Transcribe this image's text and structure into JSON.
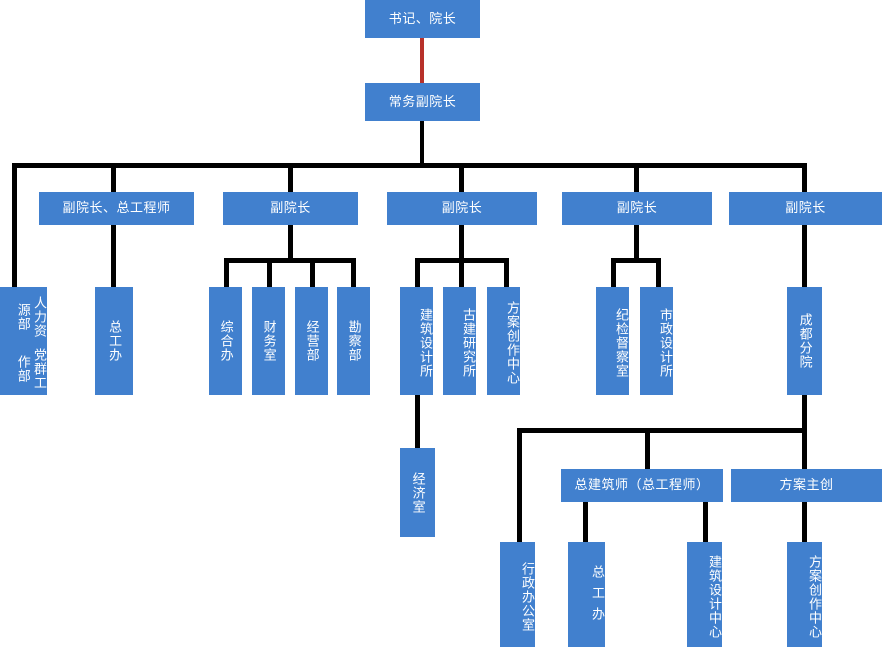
{
  "chart_data": {
    "type": "diagram",
    "title": "组织架构图",
    "diagram_kind": "org-chart",
    "colors": {
      "node_fill": "#4180ce",
      "node_text": "#ffffff",
      "connector": "#000000",
      "highlight_connector": "#b8312a",
      "background": "#ffffff"
    },
    "levels": [
      {
        "level": 0,
        "labels": [
          "书记、院长"
        ]
      },
      {
        "level": 1,
        "labels": [
          "常务副院长"
        ]
      },
      {
        "level": 2,
        "labels": [
          "副院长、总工程师",
          "副院长",
          "副院长",
          "副院长",
          "副院长"
        ]
      },
      {
        "level": 3,
        "labels": [
          "人力资源部 / 党群工作部",
          "总工办",
          "综合办",
          "财务室",
          "经营部",
          "勘察部",
          "建筑设计所",
          "古建研究所",
          "方案创作中心",
          "纪检督察室",
          "市政设计所",
          "成都分院"
        ]
      },
      {
        "level": 4,
        "labels": [
          "经济室",
          "总建筑师（总工程师）",
          "方案主创"
        ]
      },
      {
        "level": 5,
        "labels": [
          "行政办公室",
          "总工办",
          "建筑设计中心",
          "方案创作中心"
        ]
      }
    ]
  },
  "nodes": {
    "root": {
      "label": "书记、院长"
    },
    "executive_vp": {
      "label": "常务副院长"
    },
    "vp1": {
      "label": "副院长、总工程师"
    },
    "vp2": {
      "label": "副院长"
    },
    "vp3": {
      "label": "副院长"
    },
    "vp4": {
      "label": "副院长"
    },
    "vp5": {
      "label": "副院长"
    },
    "hr_dept": {
      "label_col1": "人力资源部",
      "label_col2": "党群工作部"
    },
    "chief_engineer_office": {
      "label": "总工办"
    },
    "general_office": {
      "label": "综合办"
    },
    "finance_office": {
      "label": "财务室"
    },
    "operations_dept": {
      "label": "经营部"
    },
    "survey_dept": {
      "label": "勘察部"
    },
    "architecture_institute": {
      "label": "建筑设计所"
    },
    "ancient_architecture_institute": {
      "label": "古建研究所"
    },
    "scheme_creation_center": {
      "label": "方案创作中心"
    },
    "discipline_inspection_office": {
      "label": "纪检督察室"
    },
    "municipal_design_institute": {
      "label": "市政设计所"
    },
    "chengdu_branch": {
      "label": "成都分院"
    },
    "economics_office": {
      "label": "经济室"
    },
    "chief_architect": {
      "label": "总建筑师（总工程师）"
    },
    "scheme_lead": {
      "label": "方案主创"
    },
    "admin_office": {
      "label": "行政办公室"
    },
    "branch_chief_engineer_office": {
      "label": "总工办"
    },
    "architecture_design_center": {
      "label": "建筑设计中心"
    },
    "branch_scheme_creation_center": {
      "label": "方案创作中心"
    }
  }
}
